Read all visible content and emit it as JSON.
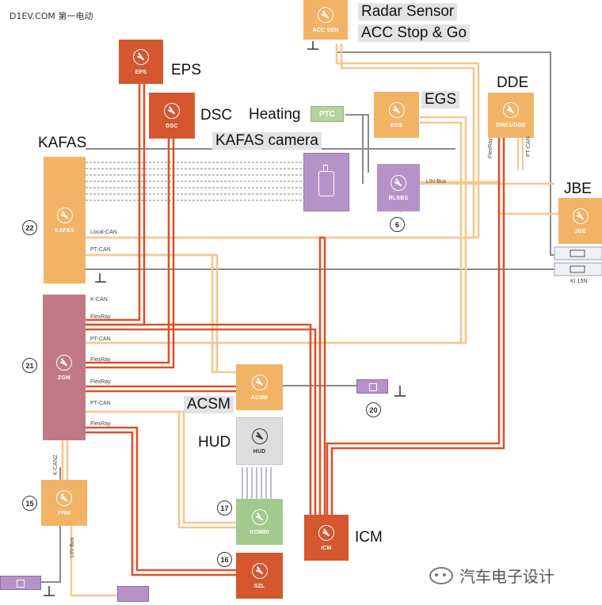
{
  "header": "D1EV.COM 第一电动",
  "watermark": "汽车电子设计",
  "colors": {
    "orange": "#f2b366",
    "brown_red": "#d4572f",
    "purple": "#b593c8",
    "mauve": "#c07a86",
    "green": "#a4c98c",
    "hud_gray": "#dedede",
    "flexray_red": "#d9532a",
    "can_peach": "#f4c891",
    "bus_gray": "#8a8a8a"
  },
  "ecus": {
    "acc_sen": {
      "tag": "ACC SEN",
      "label_1": "Radar Sensor",
      "label_2": "ACC Stop & Go"
    },
    "eps": {
      "tag": "EPS",
      "label": "EPS"
    },
    "dsc": {
      "tag": "DSC",
      "label": "DSC"
    },
    "heating": {
      "label": "Heating",
      "tag": "PTC"
    },
    "kafas_camera": {
      "label": "KAFAS camera"
    },
    "egs": {
      "tag": "EGS",
      "label": "EGS"
    },
    "dde": {
      "tag": "DME1/DDE",
      "label": "DDE"
    },
    "kafas": {
      "tag": "KAFAS",
      "label": "KAFAS",
      "number": "22"
    },
    "rlsbs": {
      "tag": "RLSBS",
      "number": "6"
    },
    "jbe": {
      "tag": "JBE",
      "label": "JBE",
      "fuse_label": "KI 15N"
    },
    "zgm": {
      "tag": "ZGM",
      "number": "21"
    },
    "acsm": {
      "tag": "ACSM",
      "label": "ACSM",
      "number": "20"
    },
    "hud": {
      "tag": "HUD",
      "label": "HUD"
    },
    "frm": {
      "tag": "FRM",
      "number": "15"
    },
    "kombi": {
      "tag": "KOMBI",
      "number": "17"
    },
    "icm": {
      "tag": "ICM",
      "label": "ICM"
    },
    "szl": {
      "tag": "SZL",
      "number": "16"
    }
  },
  "buses": {
    "local_can": "Local-CAN",
    "pt_can_kafas": "PT-CAN",
    "k_can": "K-CAN",
    "flexray_1": "FlexRay",
    "pt_can_1": "PT-CAN",
    "flexray_2": "FlexRay",
    "flexray_3": "FlexRay",
    "pt_can_2": "PT-CAN",
    "flexray_4": "FlexRay",
    "k_can2": "K-CAN2",
    "lin_bus_rlsbs": "LIN-Bus",
    "lin_bus_frm": "LIN-Bus",
    "flexray_dde": "FlexRay",
    "pt_can_dde": "PT-CAN"
  }
}
